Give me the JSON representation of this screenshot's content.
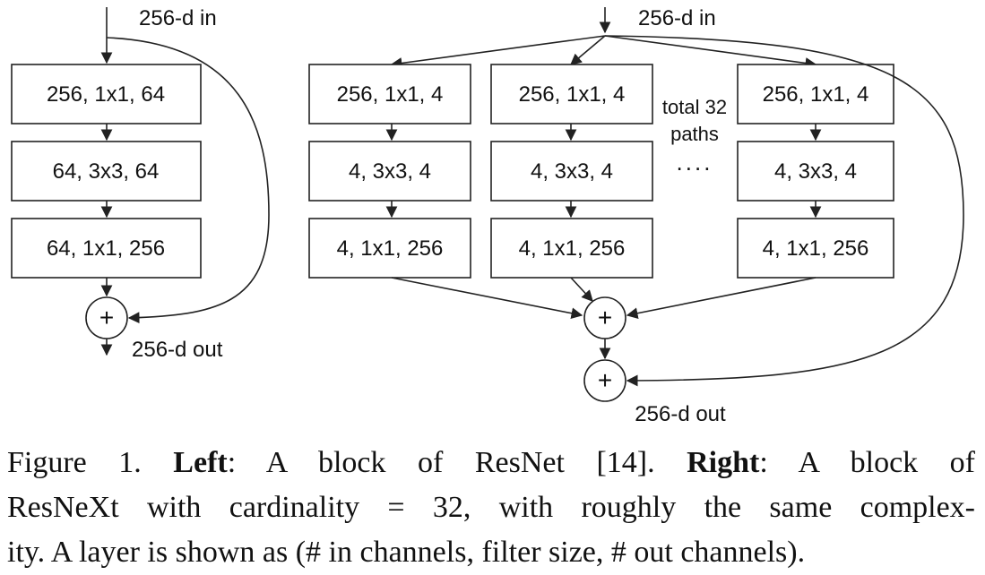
{
  "left_block": {
    "input_label": "256-d in",
    "output_label": "256-d out",
    "layers": [
      "256, 1x1, 64",
      "64, 3x3, 64",
      "64, 1x1, 256"
    ],
    "sum_symbol": "+"
  },
  "right_block": {
    "input_label": "256-d in",
    "output_label": "256-d out",
    "paths": [
      [
        "256, 1x1, 4",
        "4, 3x3, 4",
        "4, 1x1, 256"
      ],
      [
        "256, 1x1, 4",
        "4, 3x3, 4",
        "4, 1x1, 256"
      ],
      [
        "256, 1x1, 4",
        "4, 3x3, 4",
        "4, 1x1, 256"
      ]
    ],
    "paths_note_line1": "total 32",
    "paths_note_line2": "paths",
    "ellipsis": "....",
    "sum_symbol": "+"
  },
  "caption": {
    "prefix": "Figure 1. ",
    "left_bold": "Left",
    "left_text": ":  A block of ResNet [14].  ",
    "right_bold": "Right",
    "right_text": ":  A block of",
    "line2": "ResNeXt with cardinality = 32, with roughly the same complex-",
    "line3": "ity. A layer is shown as (# in channels, filter size, # out channels)."
  }
}
